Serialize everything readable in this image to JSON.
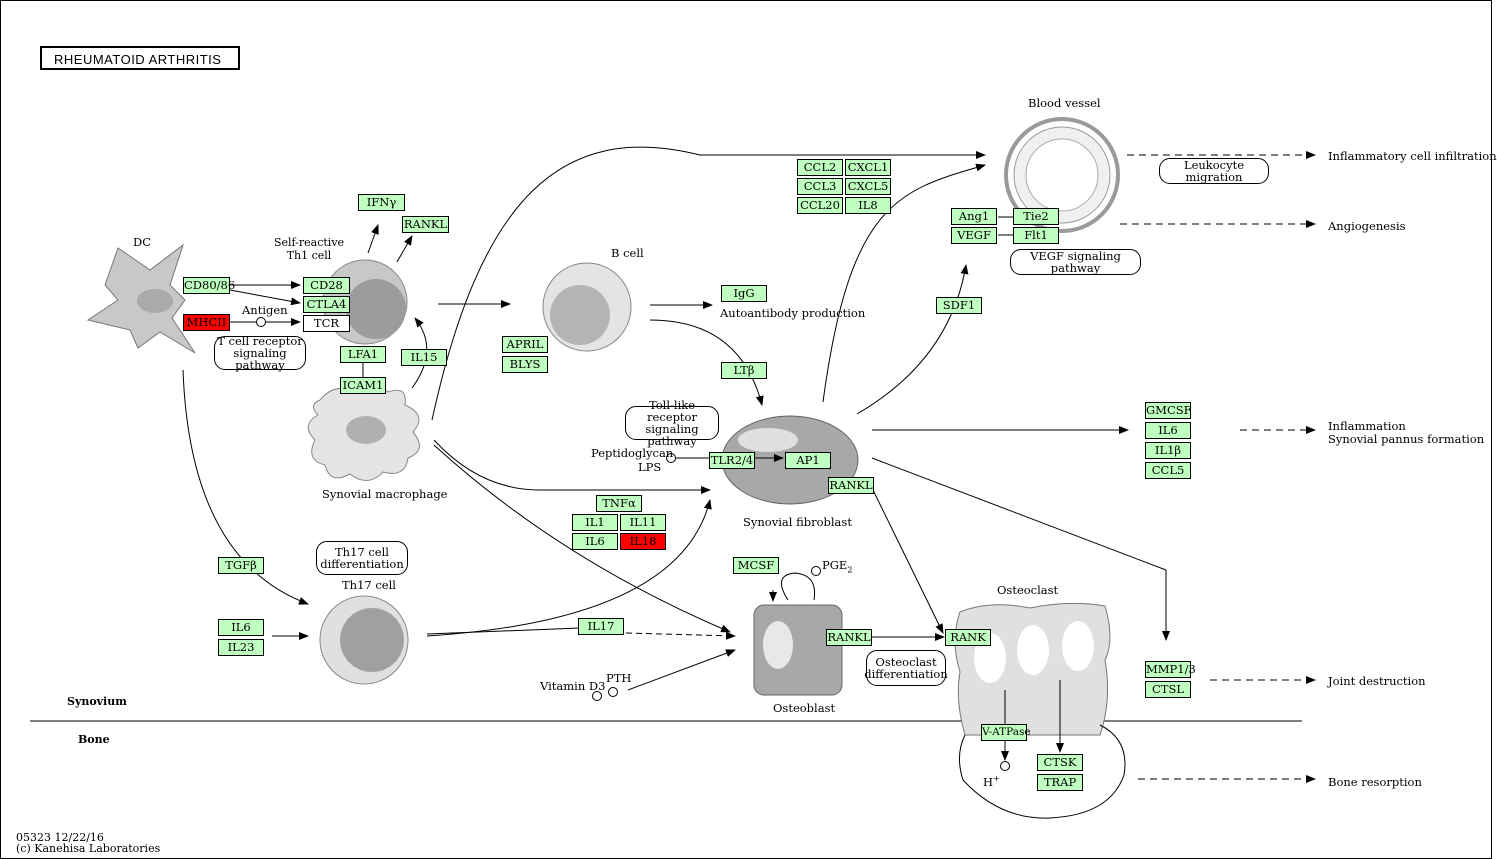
{
  "title": "RHEUMATOID ARTHRITIS",
  "footer": {
    "id_date": "05323 12/22/16",
    "copyright": "(c) Kanehisa Laboratories"
  },
  "cells": {
    "dc": "DC",
    "th1": "Self-reactive\nTh1 cell",
    "bcell": "B cell",
    "macrophage": "Synovial macrophage",
    "fibroblast": "Synovial fibroblast",
    "th17": "Th17 cell",
    "osteoblast": "Osteoblast",
    "osteoclast": "Osteoclast",
    "vessel": "Blood vessel"
  },
  "compartments": {
    "synovium": "Synovium",
    "bone": "Bone"
  },
  "compounds": {
    "antigen": "Antigen",
    "peptidoglycan": "Peptidoglycan",
    "lps": "LPS",
    "pge2": "PGE",
    "pge2_sub": "2",
    "vitd3": "Vitamin D3",
    "pth": "PTH",
    "hplus": "H",
    "hplus_sup": "+"
  },
  "pathways": {
    "tcr": "T cell receptor\nsignaling pathway",
    "tlr": "Toll-like receptor\nsignaling pathway",
    "th17diff": "Th17 cell\ndifferentiation",
    "osteodiff": "Osteoclast\ndifferentiation",
    "vegf": "VEGF signaling pathway",
    "leuko": "Leukocyte migration"
  },
  "outcomes": {
    "infiltration": "Inflammatory cell infiltration",
    "angiogenesis": "Angiogenesis",
    "inflammation": "Inflammation\nSynovial pannus formation",
    "joint": "Joint destruction",
    "bone": "Bone resorption"
  },
  "other_labels": {
    "autoantibody": "Autoantibody production"
  },
  "genes": {
    "cd80": "CD80/86",
    "mhcii": "MHCII",
    "cd28": "CD28",
    "ctla4": "CTLA4",
    "tcr": "TCR",
    "ifng": "IFNγ",
    "rankl_th1": "RANKL",
    "lfa1": "LFA1",
    "icam1": "ICAM1",
    "il15": "IL15",
    "april": "APRIL",
    "blys": "BLYS",
    "igg": "IgG",
    "ltb": "LTβ",
    "tlr24": "TLR2/4",
    "ap1": "AP1",
    "rankl_fib": "RANKL",
    "tnfa": "TNFα",
    "il1": "IL1",
    "il11": "IL11",
    "il6_m": "IL6",
    "il18": "IL18",
    "tgfb": "TGFβ",
    "il6_t": "IL6",
    "il23": "IL23",
    "il17": "IL17",
    "mcsf": "MCSF",
    "rankl_ob": "RANKL",
    "rank": "RANK",
    "vatpase": "V-ATPase",
    "ctsk": "CTSK",
    "trap": "TRAP",
    "ccl2": "CCL2",
    "cxcl1": "CXCL1",
    "ccl3": "CCL3",
    "cxcl5": "CXCL5",
    "ccl20": "CCL20",
    "il8": "IL8",
    "ang1": "Ang1",
    "tie2": "Tie2",
    "vegf": "VEGF",
    "flt1": "Flt1",
    "sdf1": "SDF1",
    "gmcsf": "GMCSF",
    "il6_f": "IL6",
    "il1b": "IL1β",
    "ccl5": "CCL5",
    "mmp13": "MMP1/3",
    "ctsl": "CTSL"
  },
  "colors": {
    "gene_fill": "#bfffbf",
    "highlight": "#ff0000",
    "cell_gray": "#c8c8c8"
  }
}
